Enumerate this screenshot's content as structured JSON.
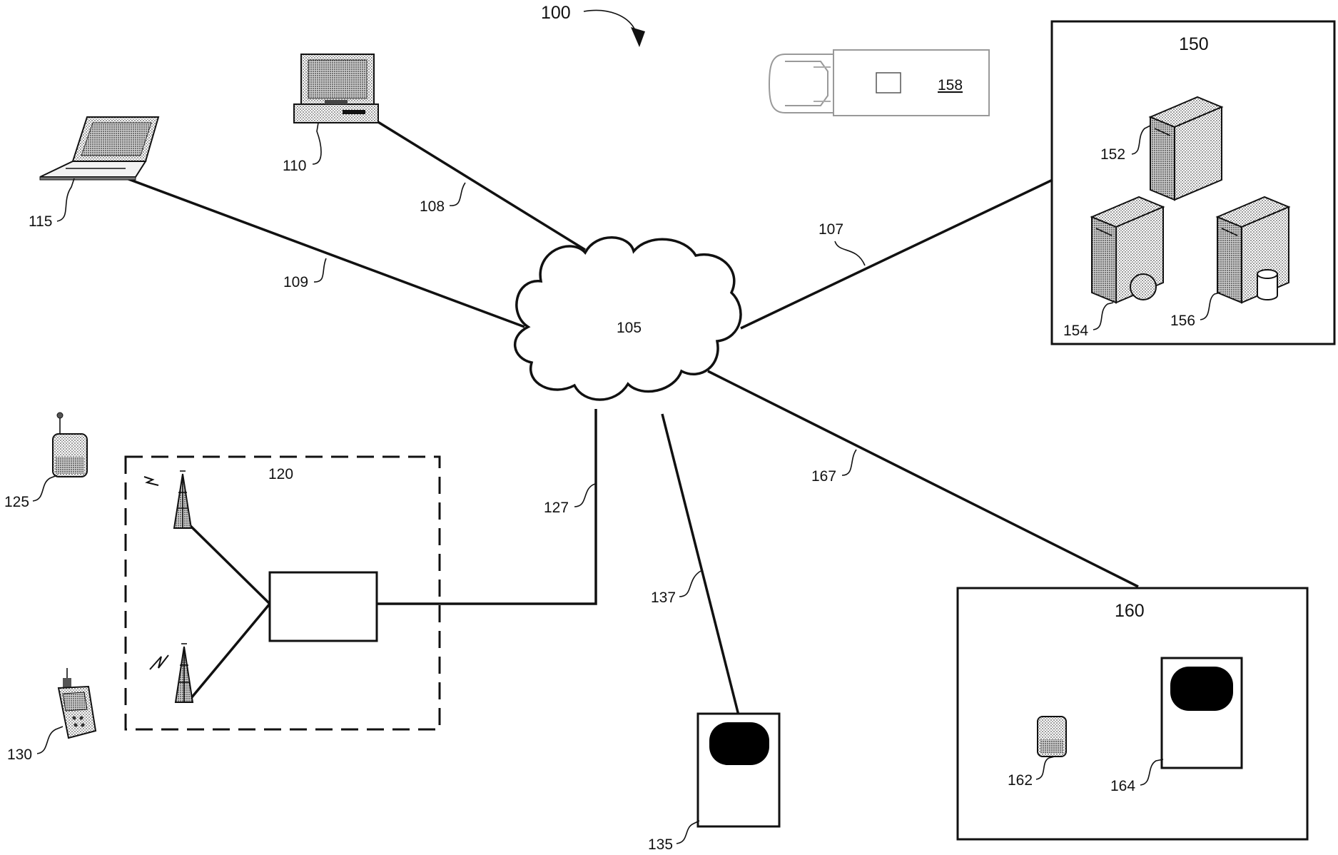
{
  "figure": {
    "ref": "100",
    "network": "105",
    "links": {
      "l107": "107",
      "l108": "108",
      "l109": "109",
      "l127": "127",
      "l137": "137",
      "l167": "167"
    },
    "devices": {
      "desktop": "110",
      "laptop": "115",
      "cellular": "120",
      "phone_top": "125",
      "phone_bottom": "130",
      "kiosk": "135",
      "server_group": "150",
      "server_a": "152",
      "server_b": "154",
      "server_c": "156",
      "vehicle": "158",
      "local_group": "160",
      "local_phone": "162",
      "local_kiosk": "164"
    }
  },
  "icons": [
    "laptop-icon",
    "desktop-computer-icon",
    "cloud-icon",
    "vehicle-icon",
    "server-icon",
    "cell-tower-icon",
    "mobile-phone-icon",
    "kiosk-terminal-icon"
  ]
}
